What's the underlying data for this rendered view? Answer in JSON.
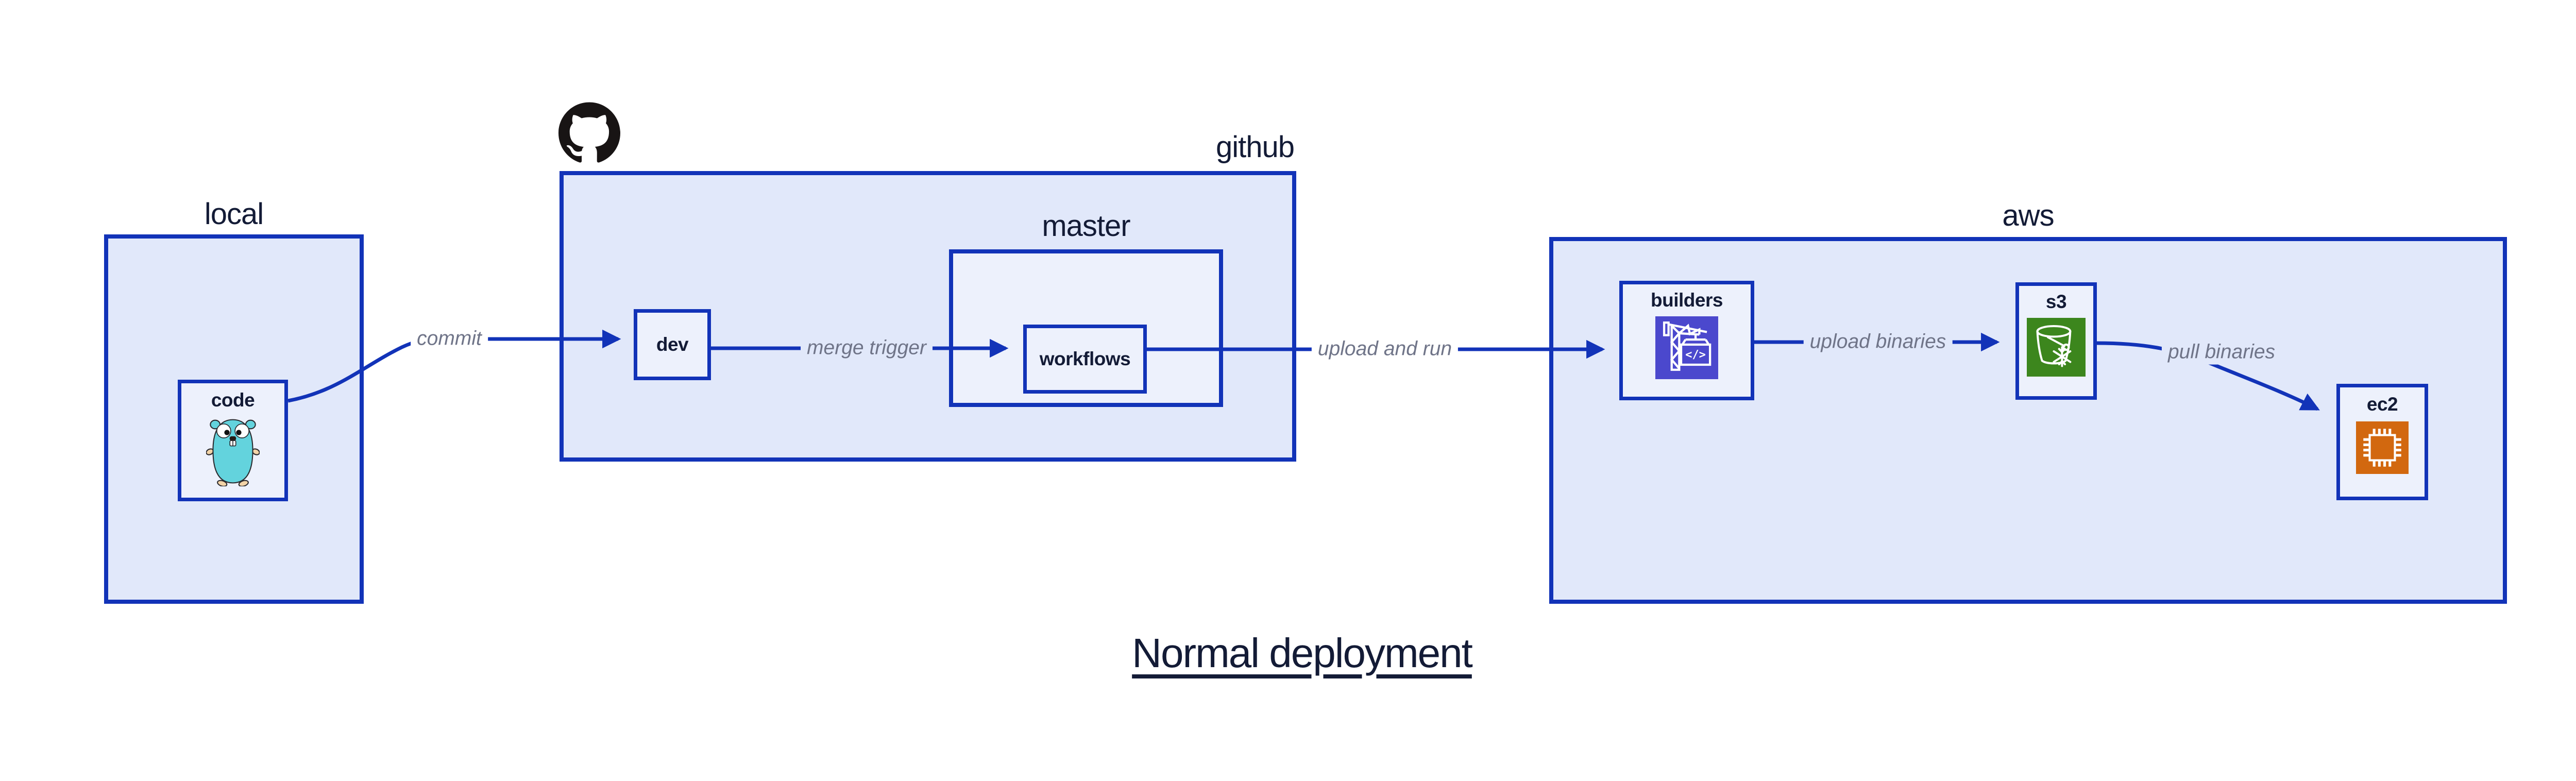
{
  "title": {
    "text": "Normal deployment"
  },
  "groups": {
    "local": {
      "label": "local"
    },
    "github": {
      "label": "github"
    },
    "master": {
      "label": "master"
    },
    "aws": {
      "label": "aws"
    }
  },
  "nodes": {
    "code": {
      "label": "code",
      "icon": "go-gopher-icon"
    },
    "dev": {
      "label": "dev"
    },
    "workflows": {
      "label": "workflows"
    },
    "builders": {
      "label": "builders",
      "icon": "aws-codebuild-icon"
    },
    "s3": {
      "label": "s3",
      "icon": "aws-s3-icon"
    },
    "ec2": {
      "label": "ec2",
      "icon": "aws-ec2-icon"
    }
  },
  "edges": {
    "commit": {
      "label": "commit"
    },
    "merge_trigger": {
      "label": "merge trigger"
    },
    "upload_and_run": {
      "label": "upload and run"
    },
    "upload_binaries": {
      "label": "upload binaries"
    },
    "pull_binaries": {
      "label": "pull binaries"
    }
  },
  "icons": {
    "github_logo": "github-octocat-mark",
    "codebuild_text": "</>"
  },
  "colors": {
    "stroke_blue": "#1233b8",
    "group_fill": "#e1e8fa",
    "node_fill": "#edf1fc",
    "edge_label_gray": "#6f7488",
    "text_navy": "#131b36",
    "codebuild_purple": "#4b48cd",
    "s3_green": "#3c861d",
    "ec2_orange": "#d2680f",
    "github_black": "#181414",
    "gopher_teal": "#63d3dd"
  }
}
